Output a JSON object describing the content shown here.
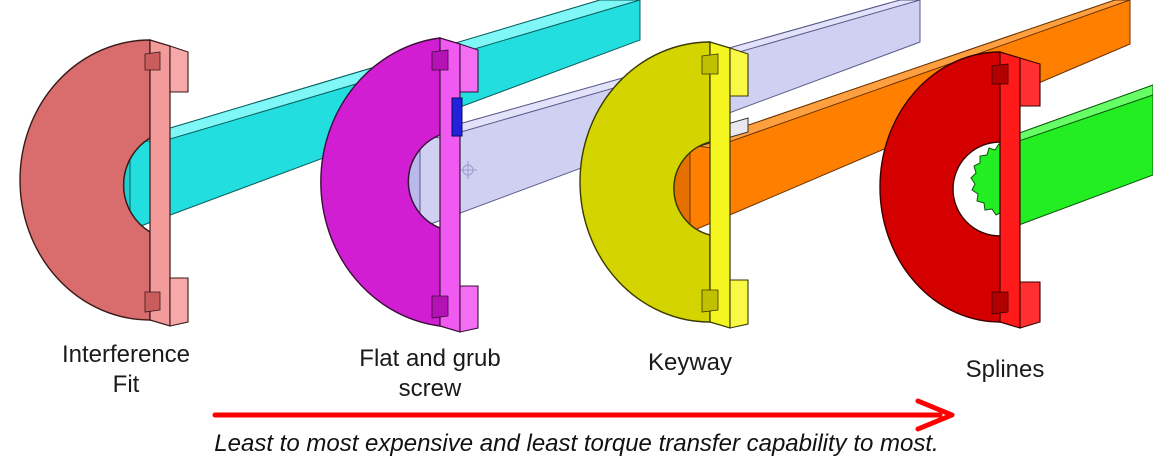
{
  "components": [
    {
      "id": "interference",
      "label": "Interference\nFit",
      "hub_color": "#f08080",
      "shaft_color": "#34f2f2"
    },
    {
      "id": "flat",
      "label": "Flat and grub\nscrew",
      "hub_color": "#e01ee0",
      "shaft_color": "#cfd0f2"
    },
    {
      "id": "keyway",
      "label": "Keyway",
      "hub_color": "#e6e600",
      "shaft_color": "#ff7f00"
    },
    {
      "id": "splines",
      "label": "Splines",
      "hub_color": "#e00000",
      "shaft_color": "#22ee22"
    }
  ],
  "caption": "Least to most expensive and least torque transfer capability to most.",
  "arrow_color": "#ff0000"
}
